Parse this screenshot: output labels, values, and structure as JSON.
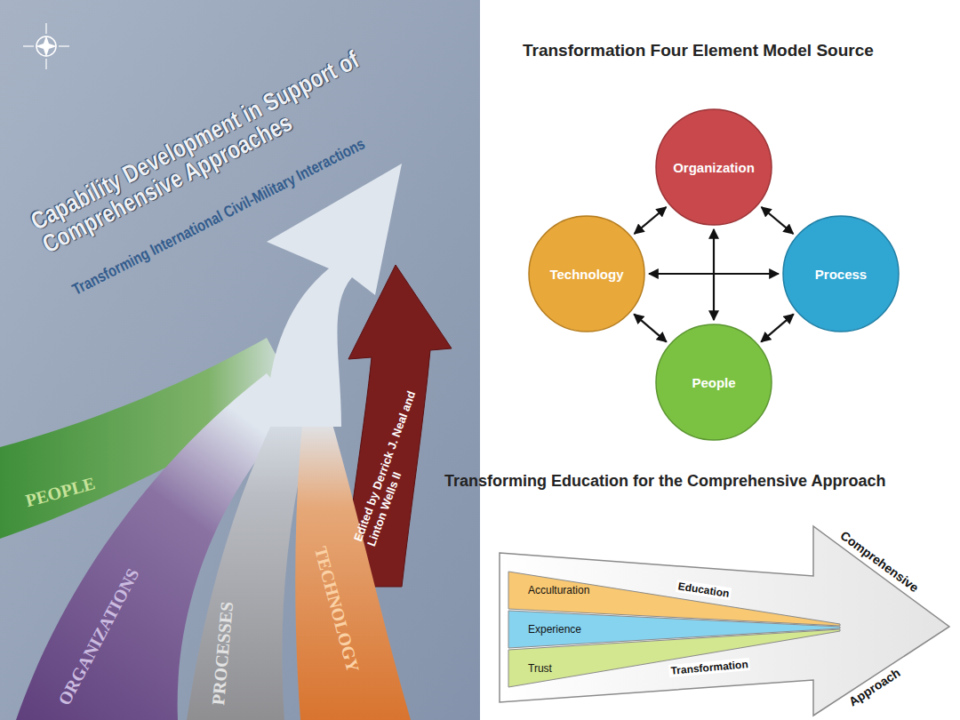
{
  "diagram": {
    "title": "Transformation Four Element Model Source",
    "nodes": [
      {
        "text": [
          "Organization"
        ]
      },
      {
        "text": [
          "Technology"
        ]
      },
      {
        "text": [
          "Process"
        ]
      },
      {
        "text": [
          "People"
        ]
      },
      {
        "text": [
          "Acculturation"
        ]
      },
      {
        "text": [
          "Experience"
        ]
      },
      {
        "text": [
          "Trust"
        ]
      }
    ],
    "edges": [
      {
        "from": 0,
        "to": 1,
        "arrow": "both"
      },
      {
        "from": 0,
        "to": 2,
        "arrow": "both"
      },
      {
        "from": 1,
        "to": 2,
        "arrow": "both"
      },
      {
        "from": 0,
        "to": 3,
        "arrow": "both"
      },
      {
        "from": 1,
        "to": 3,
        "arrow": "both"
      },
      {
        "from": 2,
        "to": 3,
        "arrow": "both"
      }
    ],
    "labels": [
      "Capability Development in Support of Comprehensive Approaches",
      "Transforming International Civil-Military Interactions",
      "Edited by Derrick J. Neal and Linton Wells II",
      "PEOPLE",
      "ORGANIZATIONS",
      "PROCESSES",
      "TECHNOLOGY",
      "Transforming Education for the Comprehensive Approach",
      "Education",
      "Transformation",
      "Comprehensive",
      "Approach"
    ]
  }
}
